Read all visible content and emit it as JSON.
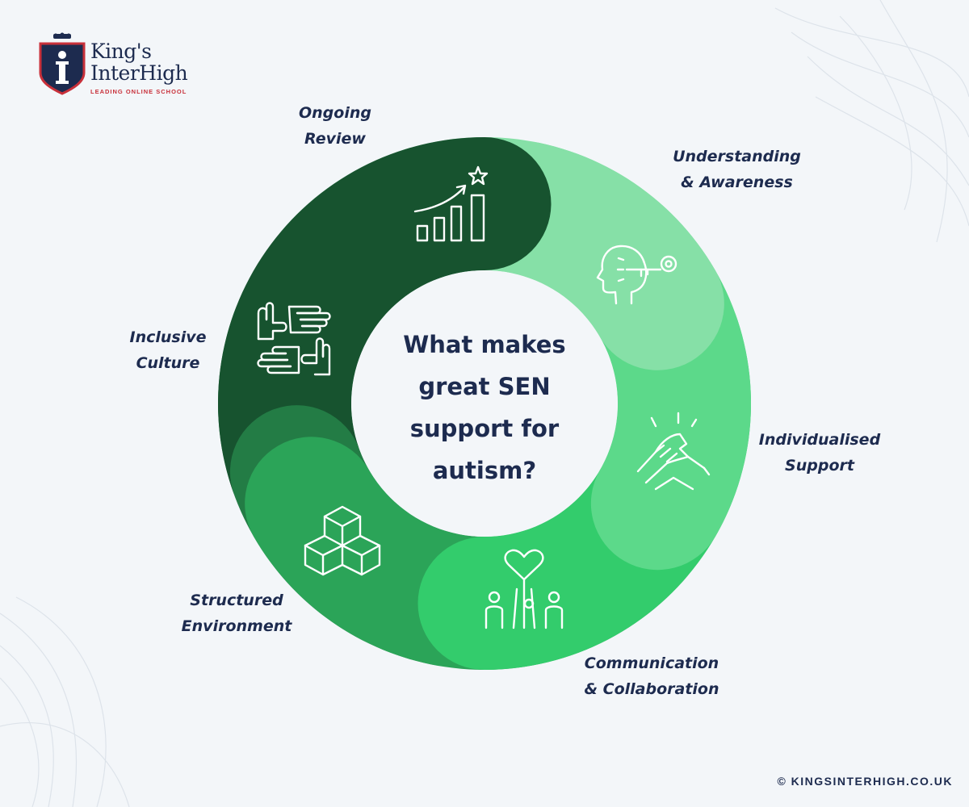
{
  "brand": {
    "name_line1": "King's",
    "name_line2": "InterHigh",
    "tagline": "LEADING ONLINE SCHOOL"
  },
  "center_question": "What makes great SEN support for autism?",
  "segments": [
    {
      "line1": "Ongoing",
      "line2": "Review",
      "icon": "growth-chart-star-icon",
      "color": "#17532f"
    },
    {
      "line1": "Understanding",
      "line2": "& Awareness",
      "icon": "head-with-key-icon",
      "color": "#86e0a7"
    },
    {
      "line1": "Individualised",
      "line2": "Support",
      "icon": "handshake-icon",
      "color": "#5cd98a"
    },
    {
      "line1": "Communication",
      "line2": "& Collaboration",
      "icon": "heart-people-icon",
      "color": "#33cc6c"
    },
    {
      "line1": "Structured",
      "line2": "Environment",
      "icon": "stacked-cubes-icon",
      "color": "#2ba458"
    },
    {
      "line1": "Inclusive",
      "line2": "Culture",
      "icon": "joined-hands-icon",
      "color": "#237c45"
    }
  ],
  "copyright": "© KINGSINTERHIGH.CO.UK"
}
